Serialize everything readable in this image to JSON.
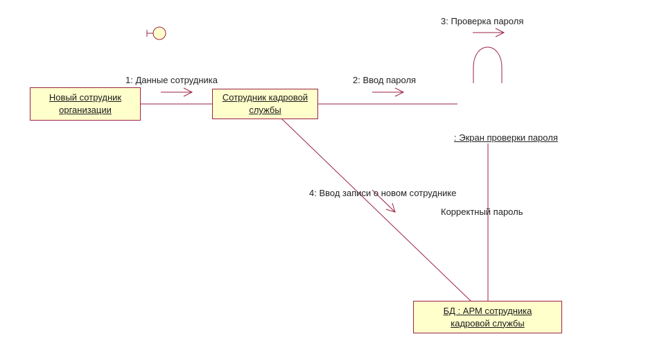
{
  "diagram": {
    "objects": {
      "new_employee": {
        "line1": "Новый сотрудник ",
        "line2": "организации"
      },
      "hr_employee": {
        "line1": "Сотрудник кадровой ",
        "line2": "службы"
      },
      "db_arm": {
        "line1": "БД : АРМ сотрудника ",
        "line2": "кадровой службы"
      }
    },
    "boundary": {
      "label": ": Экран проверки пароля"
    },
    "messages": {
      "m1": "1: Данные сотрудника",
      "m2": "2: Ввод пароля",
      "m3": "3: Проверка пароля",
      "m4": "4: Ввод записи о новом  сотруднике",
      "m5": "Корректный пароль"
    },
    "colors": {
      "line": "#9b2242",
      "box_fill": "#ffffcc"
    }
  }
}
